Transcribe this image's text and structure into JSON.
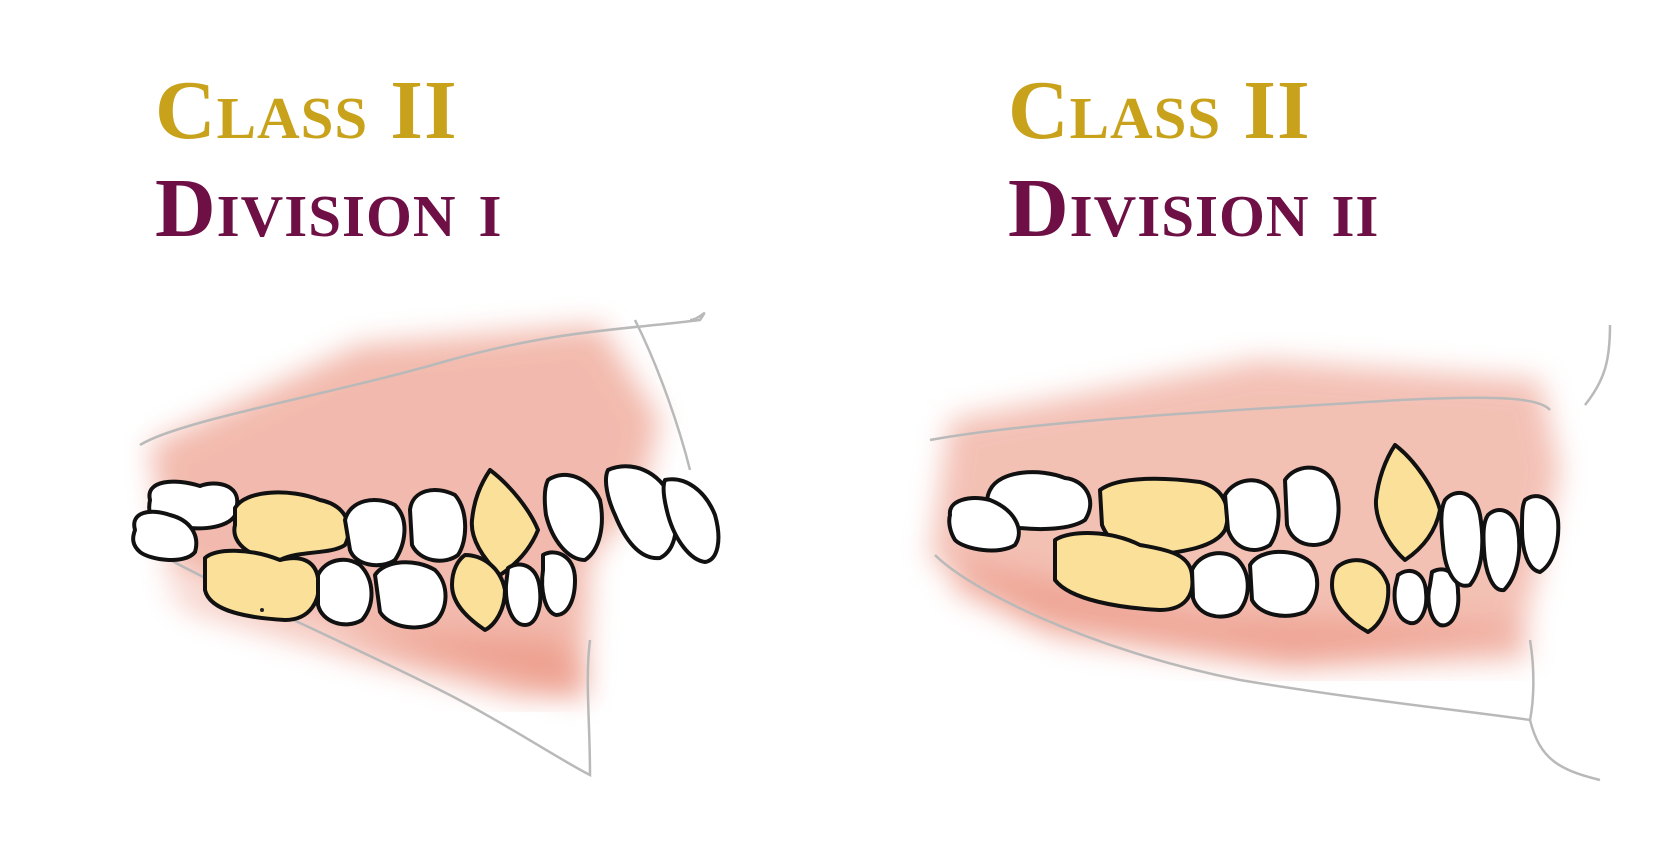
{
  "colors": {
    "class_text": "#c9a21c",
    "division_text": "#6e0f45",
    "gum": "#e8826c",
    "tooth_fill": "#ffffff",
    "highlight_tooth": "#fbe09a",
    "outline": "#111111",
    "lip_line": "#b9b9b9"
  },
  "panels": [
    {
      "class_label": "Class II",
      "division_label": "Division i"
    },
    {
      "class_label": "Class II",
      "division_label": "Division ii"
    }
  ]
}
